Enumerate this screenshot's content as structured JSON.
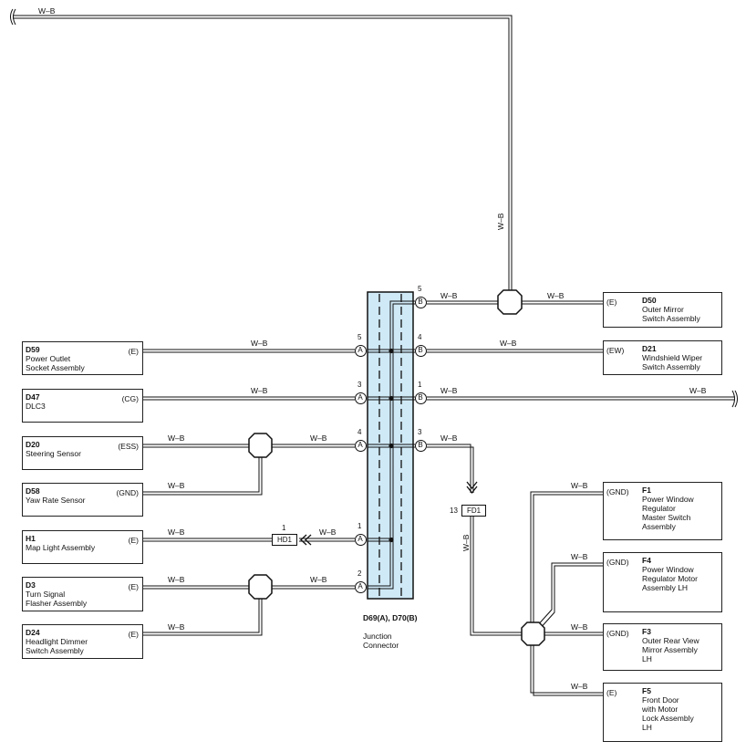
{
  "wire_color": "W–B",
  "colors": {
    "junction_fill": "#cfe9f6",
    "line": "#111111"
  },
  "junction": {
    "code": "D69(A), D70(B)",
    "desc": "Junction\nConnector"
  },
  "left_components": [
    {
      "code": "D59",
      "desc": "Power Outlet\nSocket Assembly",
      "pin": "(E)"
    },
    {
      "code": "D47",
      "desc": "DLC3",
      "pin": "(CG)"
    },
    {
      "code": "D20",
      "desc": "Steering Sensor",
      "pin": "(ESS)"
    },
    {
      "code": "D58",
      "desc": "Yaw Rate Sensor",
      "pin": "(GND)"
    },
    {
      "code": "H1",
      "desc": "Map Light Assembly",
      "pin": "(E)"
    },
    {
      "code": "D3",
      "desc": "Turn Signal\nFlasher Assembly",
      "pin": "(E)"
    },
    {
      "code": "D24",
      "desc": "Headlight Dimmer\nSwitch Assembly",
      "pin": "(E)"
    }
  ],
  "right_components": [
    {
      "code": "D50",
      "desc": "Outer Mirror\nSwitch Assembly",
      "pin": "(E)"
    },
    {
      "code": "D21",
      "desc": "Windshield Wiper\nSwitch Assembly",
      "pin": "(EW)"
    },
    {
      "code": "F1",
      "desc": "Power Window\nRegulator\nMaster Switch\nAssembly",
      "pin": "(GND)"
    },
    {
      "code": "F4",
      "desc": "Power Window\nRegulator Motor\nAssembly LH",
      "pin": "(GND)"
    },
    {
      "code": "F3",
      "desc": "Outer Rear View\nMirror Assembly\nLH",
      "pin": "(GND)"
    },
    {
      "code": "F5",
      "desc": "Front Door\nwith Motor\nLock Assembly\nLH",
      "pin": "(E)"
    }
  ],
  "terminals": {
    "a5": {
      "letter": "A",
      "num": "5"
    },
    "a3": {
      "letter": "A",
      "num": "3"
    },
    "a4": {
      "letter": "A",
      "num": "4"
    },
    "a1": {
      "letter": "A",
      "num": "1"
    },
    "a2": {
      "letter": "A",
      "num": "2"
    },
    "b5": {
      "letter": "B",
      "num": "5"
    },
    "b4": {
      "letter": "B",
      "num": "4"
    },
    "b1": {
      "letter": "B",
      "num": "1"
    },
    "b3": {
      "letter": "B",
      "num": "3"
    }
  },
  "inline_connectors": {
    "hd1": {
      "label": "HD1",
      "num": "1"
    },
    "fd1": {
      "label": "FD1",
      "num": "13"
    }
  }
}
